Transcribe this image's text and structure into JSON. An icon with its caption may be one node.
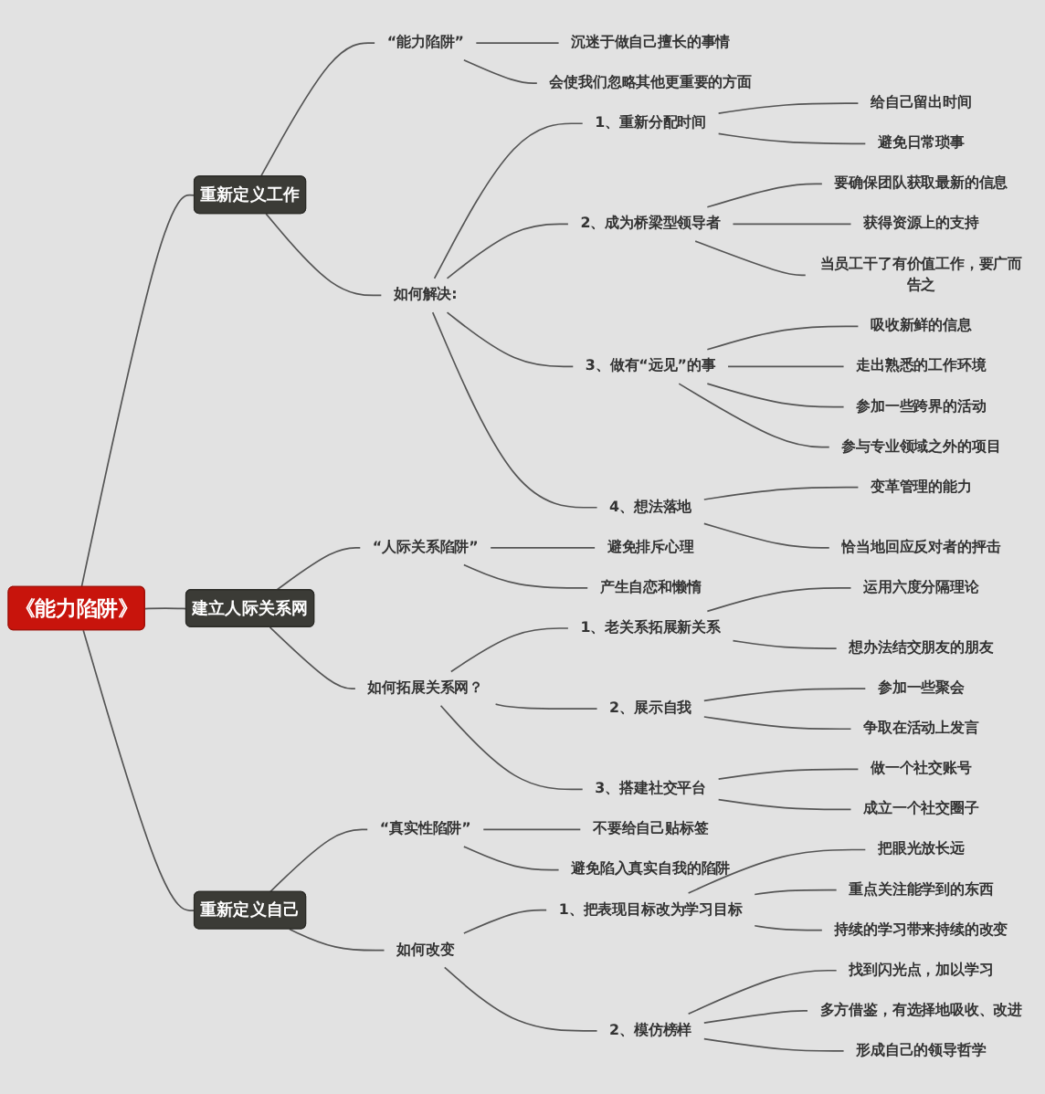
{
  "diagram": {
    "nodes": [
      {
        "text": [
          "《能力陷阱》"
        ]
      },
      {
        "text": [
          "重新定义工作"
        ]
      },
      {
        "text": [
          "“能力陷阱”"
        ]
      },
      {
        "text": [
          "沉迷于做自己擅长的事情"
        ]
      },
      {
        "text": [
          "会使我们忽略其他更重要的方面"
        ]
      },
      {
        "text": [
          "如何解决:"
        ]
      },
      {
        "text": [
          "1、重新分配时间"
        ]
      },
      {
        "text": [
          "给自己留出时间"
        ]
      },
      {
        "text": [
          "避免日常琐事"
        ]
      },
      {
        "text": [
          "2、成为桥梁型领导者"
        ]
      },
      {
        "text": [
          "要确保团队获取最新的信息"
        ]
      },
      {
        "text": [
          "获得资源上的支持"
        ]
      },
      {
        "text": [
          "当员工干了有价值工作，要广而告之"
        ]
      },
      {
        "text": [
          "3、做有“远见”的事"
        ]
      },
      {
        "text": [
          "吸收新鲜的信息"
        ]
      },
      {
        "text": [
          "走出熟悉的工作环境"
        ]
      },
      {
        "text": [
          "参加一些跨界的活动"
        ]
      },
      {
        "text": [
          "参与专业领域之外的项目"
        ]
      },
      {
        "text": [
          "4、想法落地"
        ]
      },
      {
        "text": [
          "变革管理的能力"
        ]
      },
      {
        "text": [
          "恰当地回应反对者的抨击"
        ]
      },
      {
        "text": [
          "建立人际关系网"
        ]
      },
      {
        "text": [
          "“人际关系陷阱”"
        ]
      },
      {
        "text": [
          "避免排斥心理"
        ]
      },
      {
        "text": [
          "产生自恋和懒惰"
        ]
      },
      {
        "text": [
          "如何拓展关系网？"
        ]
      },
      {
        "text": [
          "1、老关系拓展新关系"
        ]
      },
      {
        "text": [
          "运用六度分隔理论"
        ]
      },
      {
        "text": [
          "想办法结交朋友的朋友"
        ]
      },
      {
        "text": [
          "2、展示自我"
        ]
      },
      {
        "text": [
          "参加一些聚会"
        ]
      },
      {
        "text": [
          "争取在活动上发言"
        ]
      },
      {
        "text": [
          "3、搭建社交平台"
        ]
      },
      {
        "text": [
          "做一个社交账号"
        ]
      },
      {
        "text": [
          "成立一个社交圈子"
        ]
      },
      {
        "text": [
          "重新定义自己"
        ]
      },
      {
        "text": [
          "“真实性陷阱”"
        ]
      },
      {
        "text": [
          "不要给自己贴标签"
        ]
      },
      {
        "text": [
          "避免陷入真实自我的陷阱"
        ]
      },
      {
        "text": [
          "如何改变"
        ]
      },
      {
        "text": [
          "1、把表现目标改为学习目标"
        ]
      },
      {
        "text": [
          "把眼光放长远"
        ]
      },
      {
        "text": [
          "重点关注能学到的东西"
        ]
      },
      {
        "text": [
          "持续的学习带来持续的改变"
        ]
      },
      {
        "text": [
          "2、模仿榜样"
        ]
      },
      {
        "text": [
          "找到闪光点，加以学习"
        ]
      },
      {
        "text": [
          "多方借鉴，有选择地吸收、改进"
        ]
      },
      {
        "text": [
          "形成自己的领导哲学"
        ]
      }
    ],
    "edges": [
      {
        "from": 0,
        "to": 1,
        "arrow": "none"
      },
      {
        "from": 1,
        "to": 2,
        "arrow": "none"
      },
      {
        "from": 2,
        "to": 3,
        "arrow": "none"
      },
      {
        "from": 2,
        "to": 4,
        "arrow": "none"
      },
      {
        "from": 1,
        "to": 5,
        "arrow": "none"
      },
      {
        "from": 5,
        "to": 6,
        "arrow": "none"
      },
      {
        "from": 6,
        "to": 7,
        "arrow": "none"
      },
      {
        "from": 6,
        "to": 8,
        "arrow": "none"
      },
      {
        "from": 5,
        "to": 9,
        "arrow": "none"
      },
      {
        "from": 9,
        "to": 10,
        "arrow": "none"
      },
      {
        "from": 9,
        "to": 11,
        "arrow": "none"
      },
      {
        "from": 9,
        "to": 12,
        "arrow": "none"
      },
      {
        "from": 5,
        "to": 13,
        "arrow": "none"
      },
      {
        "from": 13,
        "to": 14,
        "arrow": "none"
      },
      {
        "from": 13,
        "to": 15,
        "arrow": "none"
      },
      {
        "from": 13,
        "to": 16,
        "arrow": "none"
      },
      {
        "from": 13,
        "to": 17,
        "arrow": "none"
      },
      {
        "from": 5,
        "to": 18,
        "arrow": "none"
      },
      {
        "from": 18,
        "to": 19,
        "arrow": "none"
      },
      {
        "from": 18,
        "to": 20,
        "arrow": "none"
      },
      {
        "from": 0,
        "to": 21,
        "arrow": "none"
      },
      {
        "from": 21,
        "to": 22,
        "arrow": "none"
      },
      {
        "from": 22,
        "to": 23,
        "arrow": "none"
      },
      {
        "from": 22,
        "to": 24,
        "arrow": "none"
      },
      {
        "from": 21,
        "to": 25,
        "arrow": "none"
      },
      {
        "from": 25,
        "to": 26,
        "arrow": "none"
      },
      {
        "from": 26,
        "to": 27,
        "arrow": "none"
      },
      {
        "from": 26,
        "to": 28,
        "arrow": "none"
      },
      {
        "from": 25,
        "to": 29,
        "arrow": "none"
      },
      {
        "from": 29,
        "to": 30,
        "arrow": "none"
      },
      {
        "from": 29,
        "to": 31,
        "arrow": "none"
      },
      {
        "from": 25,
        "to": 32,
        "arrow": "none"
      },
      {
        "from": 32,
        "to": 33,
        "arrow": "none"
      },
      {
        "from": 32,
        "to": 34,
        "arrow": "none"
      },
      {
        "from": 0,
        "to": 35,
        "arrow": "none"
      },
      {
        "from": 35,
        "to": 36,
        "arrow": "none"
      },
      {
        "from": 36,
        "to": 37,
        "arrow": "none"
      },
      {
        "from": 36,
        "to": 38,
        "arrow": "none"
      },
      {
        "from": 35,
        "to": 39,
        "arrow": "none"
      },
      {
        "from": 39,
        "to": 40,
        "arrow": "none"
      },
      {
        "from": 40,
        "to": 41,
        "arrow": "none"
      },
      {
        "from": 40,
        "to": 42,
        "arrow": "none"
      },
      {
        "from": 40,
        "to": 43,
        "arrow": "none"
      },
      {
        "from": 39,
        "to": 44,
        "arrow": "none"
      },
      {
        "from": 44,
        "to": 45,
        "arrow": "none"
      },
      {
        "from": 44,
        "to": 46,
        "arrow": "none"
      },
      {
        "from": 44,
        "to": 47,
        "arrow": "none"
      }
    ]
  }
}
